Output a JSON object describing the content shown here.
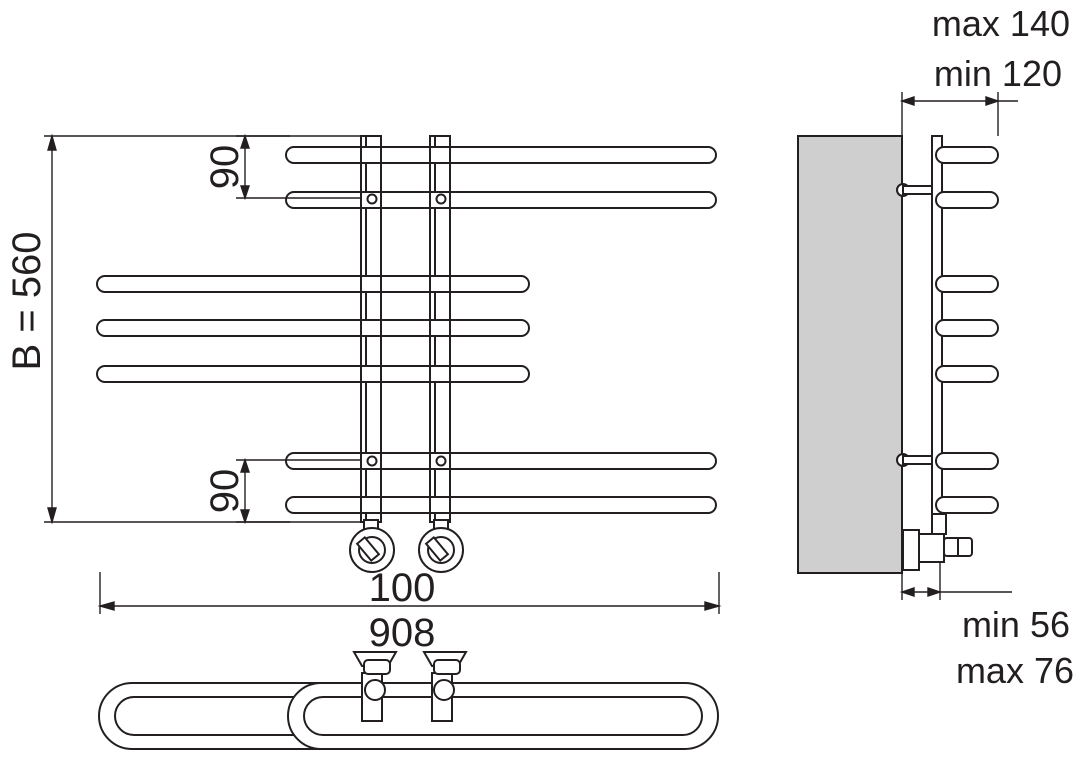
{
  "dimensions": {
    "height_label": "B = 560",
    "top_spacing": "90",
    "bottom_spacing": "90",
    "center_distance": "100",
    "overall_width": "908",
    "wall_distance_max": "max 140",
    "wall_distance_min": "min 120",
    "valve_depth_min": "min 56",
    "valve_depth_max": "max 76"
  },
  "colors": {
    "line": "#231f20",
    "wall_fill": "#cfcfcf",
    "tube_fill": "#ffffff"
  }
}
